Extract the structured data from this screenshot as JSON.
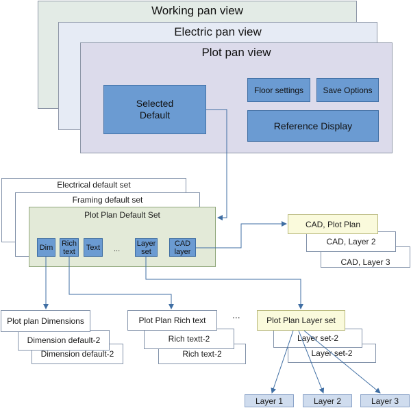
{
  "panes": {
    "working": "Working pan view",
    "electric": "Electric pan view",
    "plot": "Plot pan view"
  },
  "plot_pane": {
    "selected_default": "Selected Default",
    "floor_settings": "Floor settings",
    "save_options": "Save Options",
    "reference_display": "Reference Display"
  },
  "default_sets": {
    "electrical": "Electrical default set",
    "framing": "Framing default set",
    "plot_plan": "Plot Plan Default Set"
  },
  "plot_plan_items": {
    "dim": "Dim",
    "rich_text": "Rich text",
    "text": "Text",
    "ellipsis": "...",
    "layer_set": "Layer set",
    "cad_layer": "CAD layer"
  },
  "cad_stack": [
    "CAD, Plot Plan",
    "CAD, Layer 2",
    "CAD, Layer 3"
  ],
  "dimensions_stack": [
    "Plot plan Dimensions",
    "Dimension default-2",
    "Dimension default-2"
  ],
  "rich_text_stack": [
    "Plot Plan Rich text",
    "Rich textt-2",
    "Rich text-2"
  ],
  "middle_ellipsis": "...",
  "layer_set_stack": [
    "Plot Plan Layer set",
    "Layer set-2",
    "Layer set-2"
  ],
  "layers": [
    "Layer 1",
    "Layer 2",
    "Layer 3"
  ],
  "colors": {
    "pane_working": "#e3ebe6",
    "pane_electric": "#e6ebf5",
    "pane_plot": "#dcdbeb",
    "blue_box": "#6b9bd2",
    "set_green": "#e3ead8",
    "highlight_yellow": "#fafadc",
    "connector": "#3f6ea3"
  }
}
